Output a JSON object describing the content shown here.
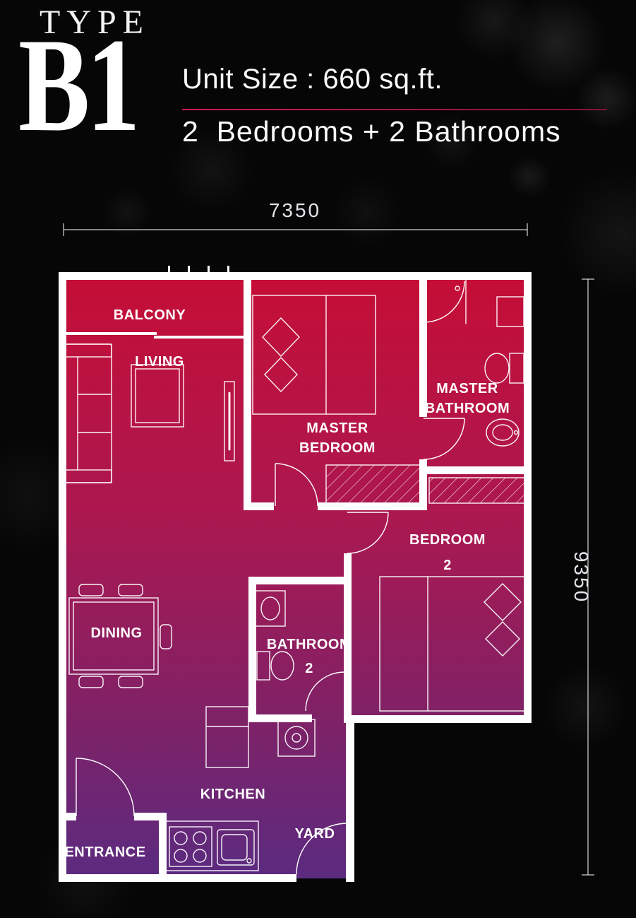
{
  "header": {
    "type_label": "TYPE",
    "unit_code": "B1",
    "unit_size": "Unit Size : 660 sq.ft.",
    "configuration": "2  Bedrooms + 2 Bathrooms"
  },
  "dimensions": {
    "width_label": "7350",
    "height_label": "9350"
  },
  "floorplan": {
    "rooms": {
      "balcony": "BALCONY",
      "living": "LIVING",
      "master_bedroom": [
        "MASTER",
        "BEDROOM"
      ],
      "master_bathroom": [
        "MASTER",
        "BATHROOM"
      ],
      "bedroom2": [
        "BEDROOM",
        "2"
      ],
      "dining": "DINING",
      "bathroom2": [
        "BATHROOM",
        "2"
      ],
      "kitchen": "KITCHEN",
      "yard": "YARD",
      "entrance": "ENTRANCE"
    }
  },
  "colors": {
    "background": "#060607",
    "floor_gradient_top": "#c50e36",
    "floor_gradient_mid": "#a21a55",
    "floor_gradient_bottom": "#5b2b80",
    "walls": "#ffffff",
    "divider_line": "#c3164f",
    "dimension_text": "#dfe0e4"
  }
}
